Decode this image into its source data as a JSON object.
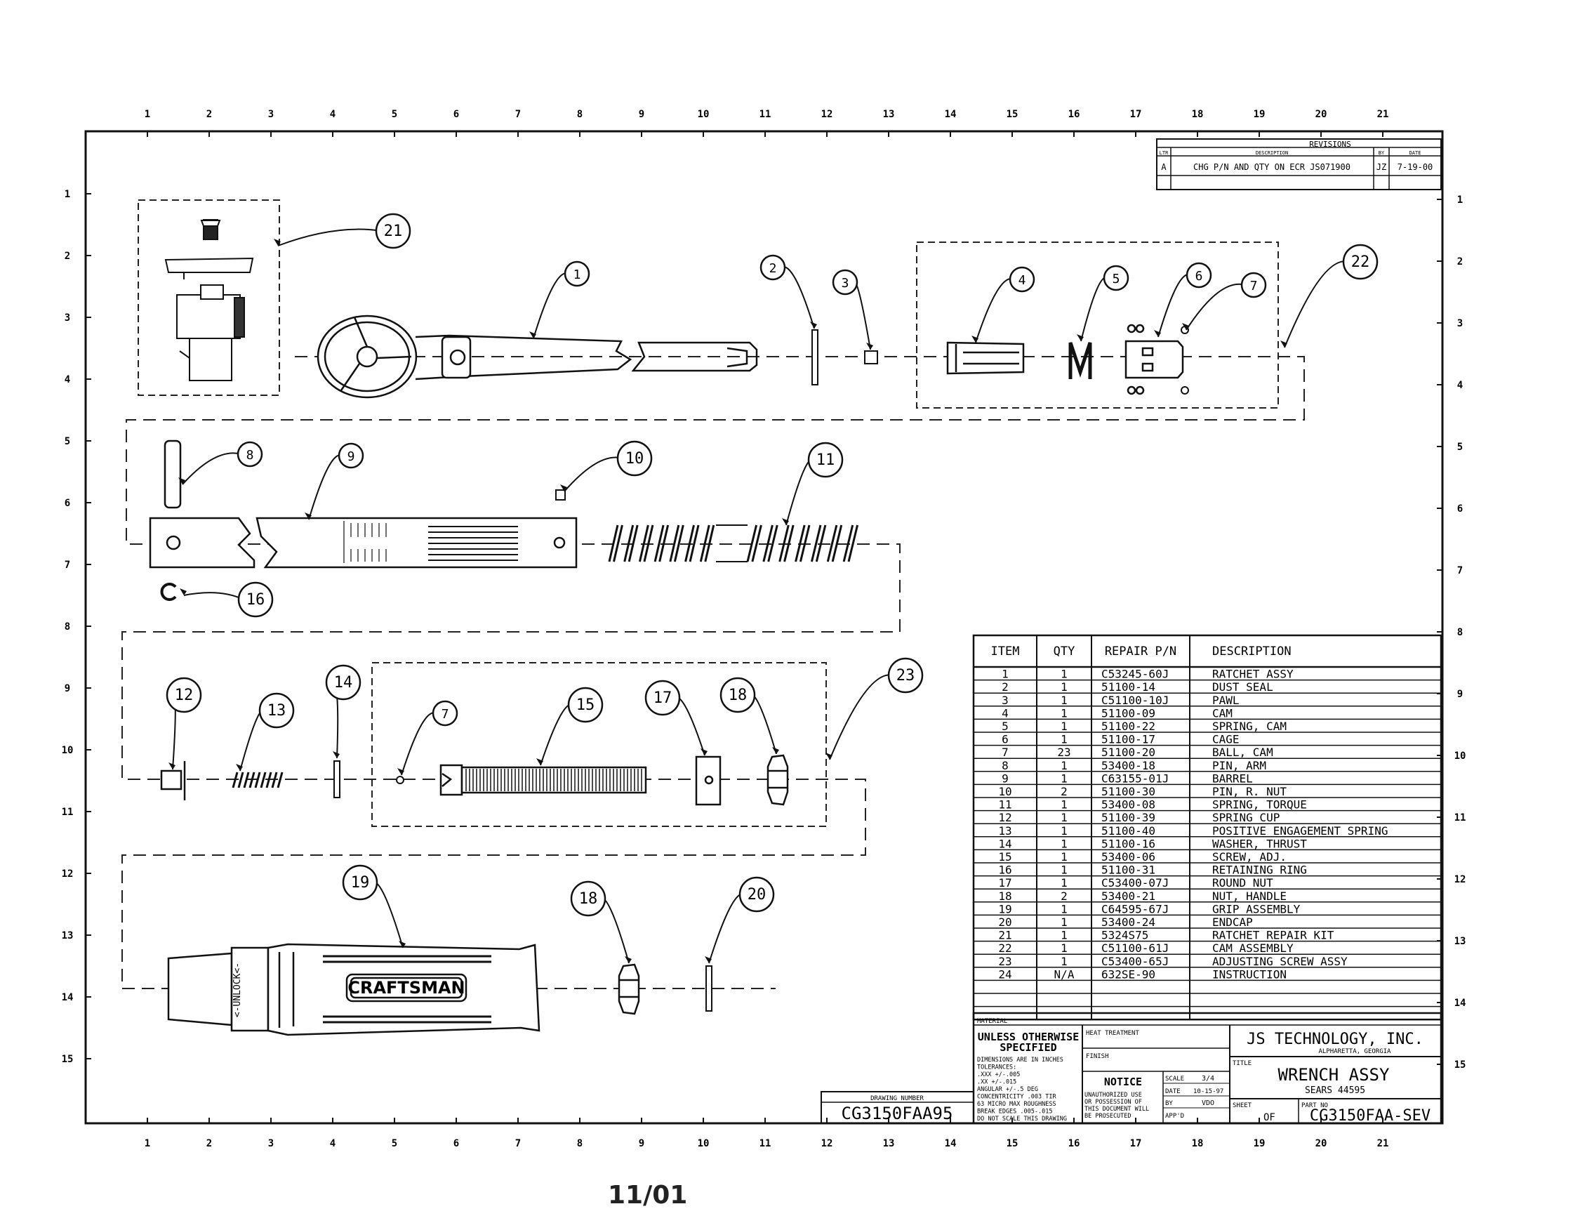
{
  "footer_date": "11/01",
  "grid": {
    "columns": [
      "1",
      "2",
      "3",
      "4",
      "5",
      "6",
      "7",
      "8",
      "9",
      "10",
      "11",
      "12",
      "13",
      "14",
      "15",
      "16",
      "17",
      "18",
      "19",
      "20",
      "21"
    ],
    "rows": [
      "1",
      "2",
      "3",
      "4",
      "5",
      "6",
      "7",
      "8",
      "9",
      "10",
      "11",
      "12",
      "13",
      "14",
      "15"
    ]
  },
  "revisions": {
    "title": "REVISIONS",
    "headers": [
      "LTR",
      "DESCRIPTION",
      "BY",
      "DATE"
    ],
    "rows": [
      [
        "A",
        "CHG P/N AND QTY ON ECR JS071900",
        "JZ",
        "7-19-00"
      ]
    ]
  },
  "bom": {
    "headers": [
      "ITEM",
      "QTY",
      "REPAIR P/N",
      "DESCRIPTION"
    ],
    "rows": [
      [
        "1",
        "1",
        "C53245-60J",
        "RATCHET ASSY"
      ],
      [
        "2",
        "1",
        "51100-14",
        "DUST SEAL"
      ],
      [
        "3",
        "1",
        "C51100-10J",
        "PAWL"
      ],
      [
        "4",
        "1",
        "51100-09",
        "CAM"
      ],
      [
        "5",
        "1",
        "51100-22",
        "SPRING, CAM"
      ],
      [
        "6",
        "1",
        "51100-17",
        "CAGE"
      ],
      [
        "7",
        "23",
        "51100-20",
        "BALL, CAM"
      ],
      [
        "8",
        "1",
        "53400-18",
        "PIN, ARM"
      ],
      [
        "9",
        "1",
        "C63155-01J",
        "BARREL"
      ],
      [
        "10",
        "2",
        "51100-30",
        "PIN, R. NUT"
      ],
      [
        "11",
        "1",
        "53400-08",
        "SPRING, TORQUE"
      ],
      [
        "12",
        "1",
        "51100-39",
        "SPRING CUP"
      ],
      [
        "13",
        "1",
        "51100-40",
        "POSITIVE ENGAGEMENT SPRING"
      ],
      [
        "14",
        "1",
        "51100-16",
        "WASHER, THRUST"
      ],
      [
        "15",
        "1",
        "53400-06",
        "SCREW, ADJ."
      ],
      [
        "16",
        "1",
        "51100-31",
        "RETAINING RING"
      ],
      [
        "17",
        "1",
        "C53400-07J",
        "ROUND NUT"
      ],
      [
        "18",
        "2",
        "53400-21",
        "NUT, HANDLE"
      ],
      [
        "19",
        "1",
        "C64595-67J",
        "GRIP ASSEMBLY"
      ],
      [
        "20",
        "1",
        "53400-24",
        "ENDCAP"
      ],
      [
        "21",
        "1",
        "5324S75",
        "RATCHET REPAIR KIT"
      ],
      [
        "22",
        "1",
        "C51100-61J",
        "CAM ASSEMBLY"
      ],
      [
        "23",
        "1",
        "C53400-65J",
        "ADJUSTING SCREW ASSY"
      ],
      [
        "24",
        "N/A",
        "632SE-90",
        "INSTRUCTION"
      ]
    ]
  },
  "title_block": {
    "material": "MATERIAL",
    "unless": "UNLESS OTHERWISE",
    "specified": "SPECIFIED",
    "tol_lines": [
      "DIMENSIONS ARE IN INCHES",
      "TOLERANCES:",
      ".XXX      +/-.005",
      ".XX       +/-.015",
      "ANGULAR   +/-.5 DEG",
      "CONCENTRICITY  .003 TIR",
      "63 MICRO MAX ROUGHNESS",
      "BREAK EDGES .005-.015",
      "DO NOT SCALE THIS DRAWING"
    ],
    "heat_treatment": "HEAT TREATMENT",
    "finish": "FINISH",
    "notice": "NOTICE",
    "notice_lines": [
      "UNAUTHORIZED USE",
      "OR POSSESSION OF",
      "THIS DOCUMENT WILL",
      "BE PROSECUTED"
    ],
    "scale_label": "SCALE",
    "scale_value": "3/4",
    "date_label": "DATE",
    "date_value": "10-15-97",
    "by_label": "BY",
    "by_value": "VDO",
    "appd_label": "APP'D",
    "company": "JS TECHNOLOGY, INC.",
    "location": "ALPHARETTA, GEORGIA",
    "title_label": "TITLE",
    "title": "WRENCH ASSY",
    "subtitle": "SEARS 44595",
    "sheet_label": "SHEET",
    "of_label": "OF",
    "part_no_label": "PART NO",
    "part_no": "CG3150FAA-SEV",
    "drawing_number_label": "DRAWING NUMBER",
    "drawing_number": "CG3150FAA95"
  },
  "callouts": [
    "1",
    "2",
    "3",
    "4",
    "5",
    "6",
    "7",
    "8",
    "9",
    "10",
    "11",
    "12",
    "13",
    "14",
    "15",
    "16",
    "17",
    "18",
    "19",
    "20",
    "21",
    "22",
    "23"
  ],
  "brand": "CRAFTSMAN",
  "grip_unlock": "<-UNLOCK<-"
}
